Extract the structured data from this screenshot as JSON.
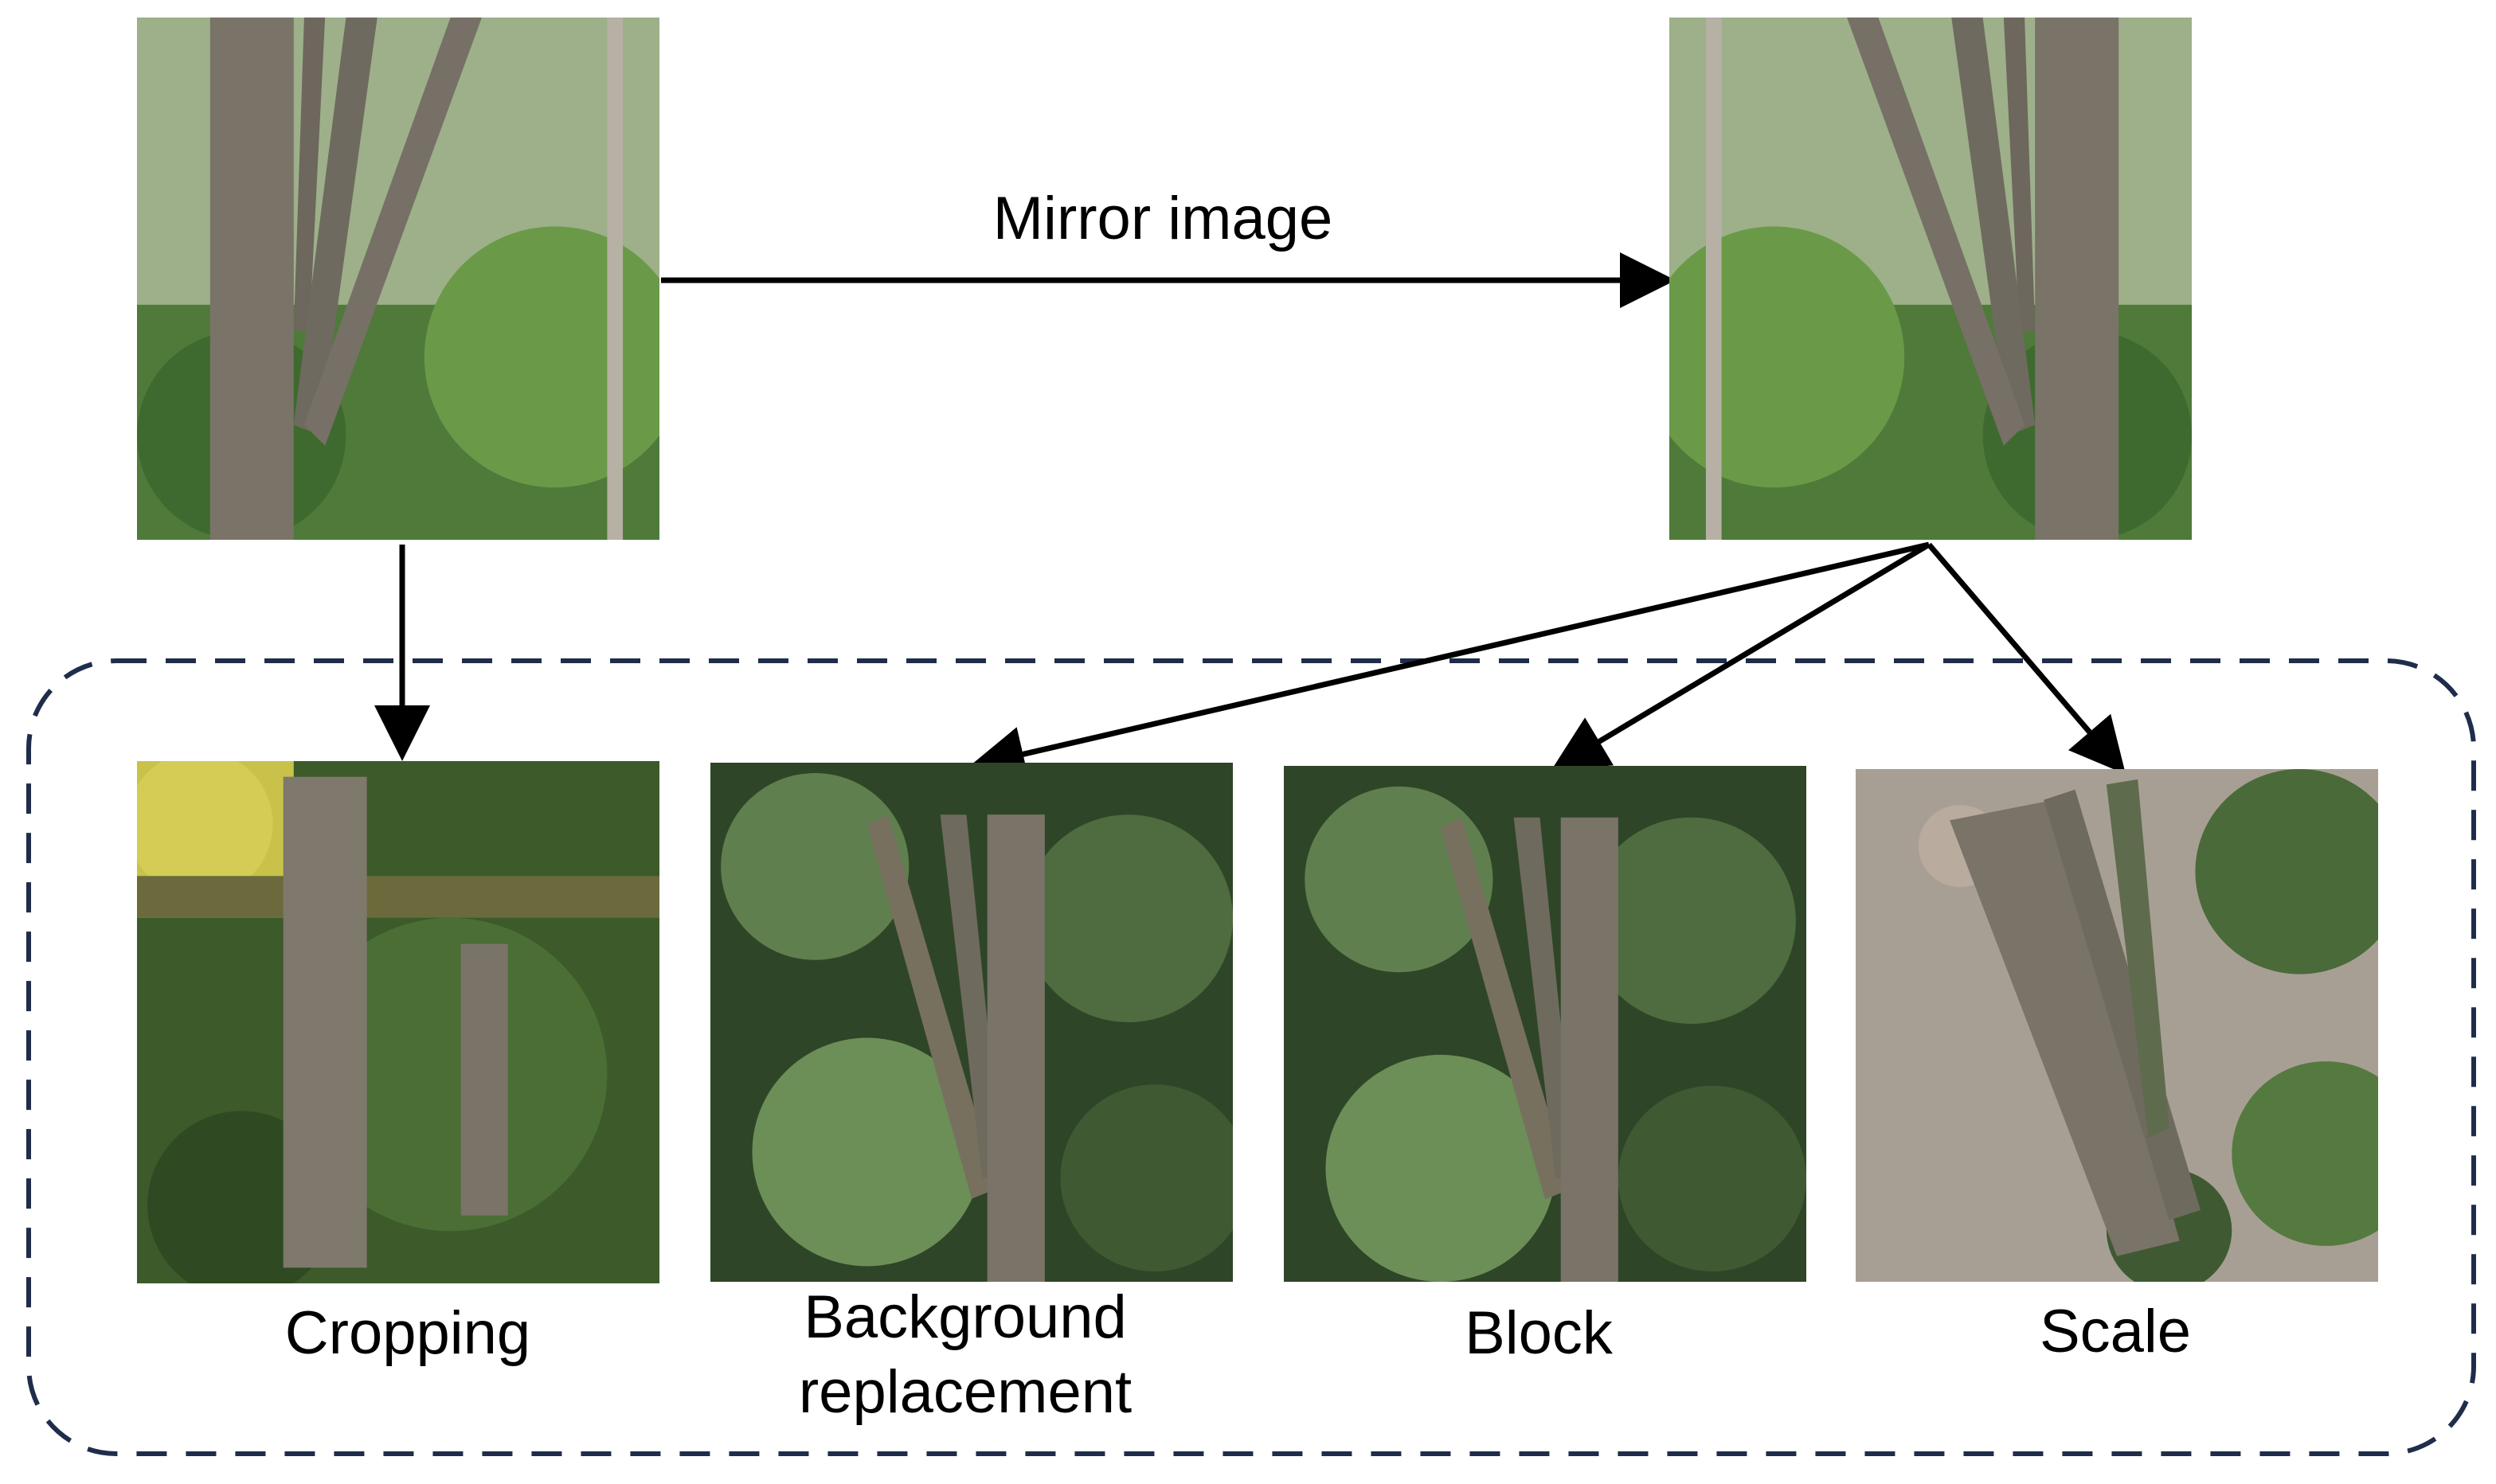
{
  "top_arrow_label": "Mirror image",
  "labels": {
    "cropping": "Cropping",
    "background_line1": "Background",
    "background_line2": "replacement",
    "block": "Block",
    "scale": "Scale"
  },
  "colors": {
    "dashed_border": "#1f2d4a",
    "arrow": "#000000",
    "foliage_dark": "#2f4a22",
    "foliage_light": "#7fa35a",
    "trunk": "#7a7368",
    "ground": "#a89f94"
  }
}
